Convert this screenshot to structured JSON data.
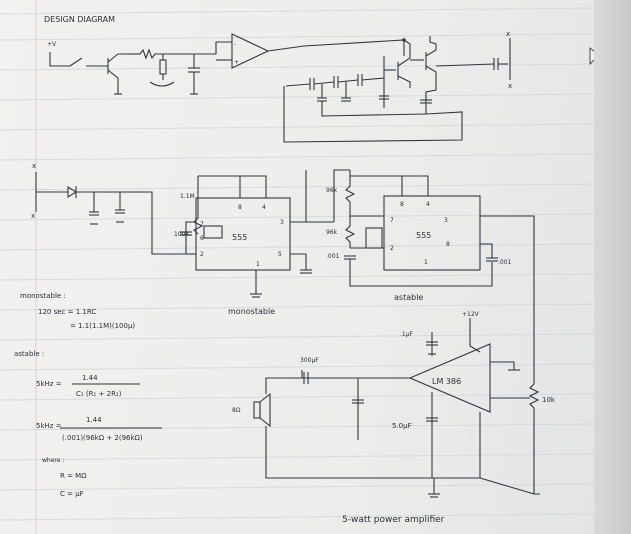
{
  "heading": "DESIGN DIAGRAM",
  "labels": {
    "plus_v": "+V",
    "x_mark": "x",
    "r_1_1m": "1.1M",
    "r_100k": "100K",
    "r_96k_top": "96k",
    "r_96k_mid": "96k",
    "c_001_astable": ".001",
    "c_001_right": ".001",
    "ic_555_mono": "555",
    "ic_555_astable": "555",
    "mono_caption": "monostable",
    "astable_caption": "astable",
    "pin8": "8",
    "pin4": "4",
    "pin7": "7",
    "pin6": "6",
    "pin3": "3",
    "pin2": "2",
    "pin5": "5",
    "pin1": "1",
    "supply_12v": "+12V",
    "c_1uf": ".1μF",
    "c_300uf": "300μF",
    "c_5uf": "5.0μF",
    "speaker": "8Ω",
    "lm_386": "LM 386",
    "pot_10k": "10k",
    "amp_caption": "5-watt power amplifier"
  },
  "notes": {
    "mono_title": "monostable :",
    "mono_eq1": "120 sec = 1.1RC",
    "mono_eq2": "= 1.1(1.1M)(100μ)",
    "astable_title": "astable :",
    "ast_eq1_lhs": "5kHz =",
    "ast_eq1_num": "1.44",
    "ast_eq1_den": "C₁ (R₁ + 2R₂)",
    "ast_eq2_lhs": "5kHz =",
    "ast_eq2_num": "1.44",
    "ast_eq2_den": "(.001)(96kΩ + 2(96kΩ)",
    "where": "where :",
    "where_r": "R = MΩ",
    "where_c": "C = μF"
  }
}
